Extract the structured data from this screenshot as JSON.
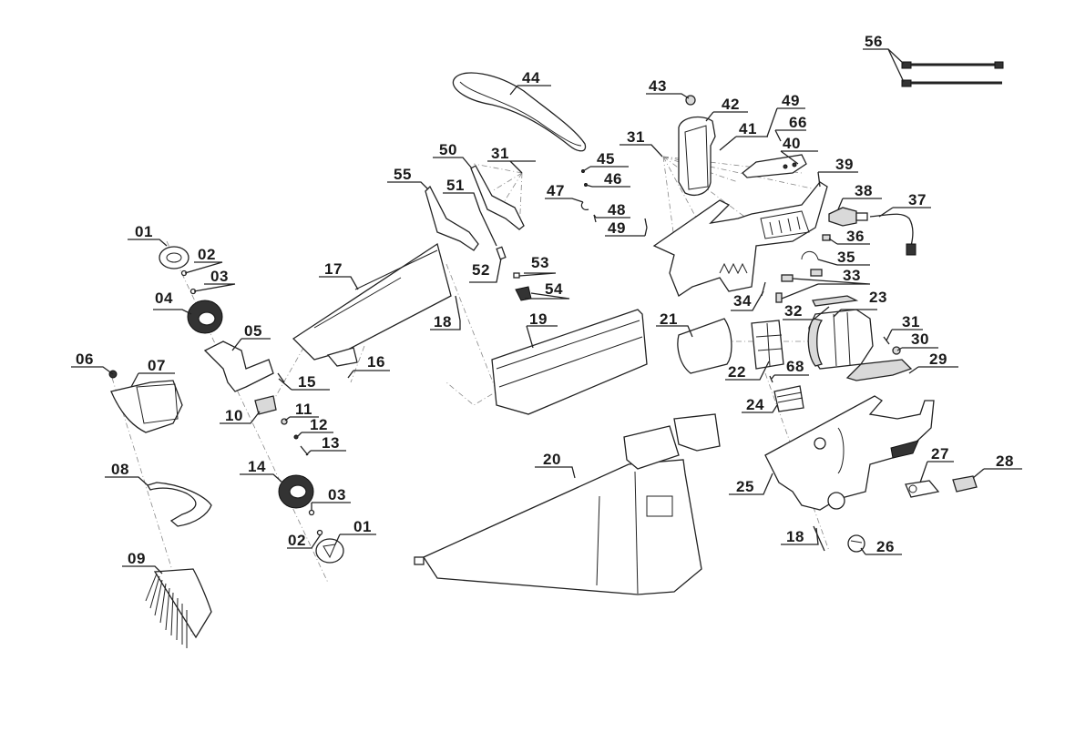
{
  "title": "Exploded parts diagram – leaf blower / vacuum",
  "colors": {
    "ink": "#222222",
    "background": "#ffffff",
    "axis": "#888888"
  },
  "labels": {
    "p56": "56",
    "p44": "44",
    "p43": "43",
    "p42": "42",
    "p49a": "49",
    "p66": "66",
    "p41": "41",
    "p40": "40",
    "p31a": "31",
    "p31b": "31",
    "p50": "50",
    "p45": "45",
    "p46": "46",
    "p47": "47",
    "p48": "48",
    "p49b": "49",
    "p39": "39",
    "p38": "38",
    "p37": "37",
    "p55": "55",
    "p51": "51",
    "p36": "36",
    "p35": "35",
    "p01a": "01",
    "p02a": "02",
    "p03a": "03",
    "p17": "17",
    "p52": "52",
    "p53": "53",
    "p33": "33",
    "p54": "54",
    "p04": "04",
    "p34": "34",
    "p32": "32",
    "p23": "23",
    "p18a": "18",
    "p19": "19",
    "p21": "21",
    "p05": "05",
    "p31c": "31",
    "p30": "30",
    "p06": "06",
    "p07": "07",
    "p16": "16",
    "p15": "15",
    "p22": "22",
    "p68": "68",
    "p29": "29",
    "p24": "24",
    "p10": "10",
    "p11": "11",
    "p12": "12",
    "p13": "13",
    "p20": "20",
    "p27": "27",
    "p28": "28",
    "p08": "08",
    "p14": "14",
    "p03b": "03",
    "p25": "25",
    "p01b": "01",
    "p02b": "02",
    "p18b": "18",
    "p26": "26",
    "p09": "09"
  }
}
